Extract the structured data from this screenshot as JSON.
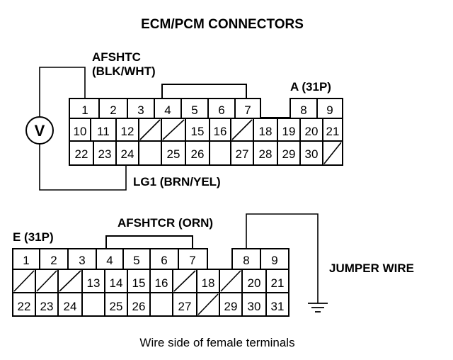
{
  "title": "ECM/PCM CONNECTORS",
  "caption": "Wire side of female terminals",
  "top_connector": {
    "name": "A (31P)",
    "wire1": {
      "name": "AFSHTC",
      "color": "(BLK/WHT)"
    },
    "wire2": {
      "label": "LG1 (BRN/YEL)"
    },
    "meter_symbol": "V",
    "rows": [
      [
        "1",
        "2",
        "3",
        "4",
        "5",
        "6",
        "7",
        "",
        "8",
        "9"
      ],
      [
        "10",
        "11",
        "12",
        "/",
        "/",
        "15",
        "16",
        "/",
        "18",
        "19",
        "20",
        "21"
      ],
      [
        "22",
        "23",
        "24",
        "",
        "25",
        "26",
        "",
        "27",
        "28",
        "29",
        "30",
        "/"
      ]
    ]
  },
  "bottom_connector": {
    "name": "E (31P)",
    "wire": {
      "label": "AFSHTCR (ORN)"
    },
    "jumper_label": "JUMPER WIRE",
    "rows": [
      [
        "1",
        "2",
        "3",
        "4",
        "5",
        "6",
        "7",
        "",
        "8",
        "9"
      ],
      [
        "/",
        "/",
        "/",
        "13",
        "14",
        "15",
        "16",
        "/",
        "18",
        "/",
        "20",
        "21"
      ],
      [
        "22",
        "23",
        "24",
        "",
        "25",
        "26",
        "",
        "27",
        "/",
        "29",
        "30",
        "31"
      ]
    ]
  }
}
